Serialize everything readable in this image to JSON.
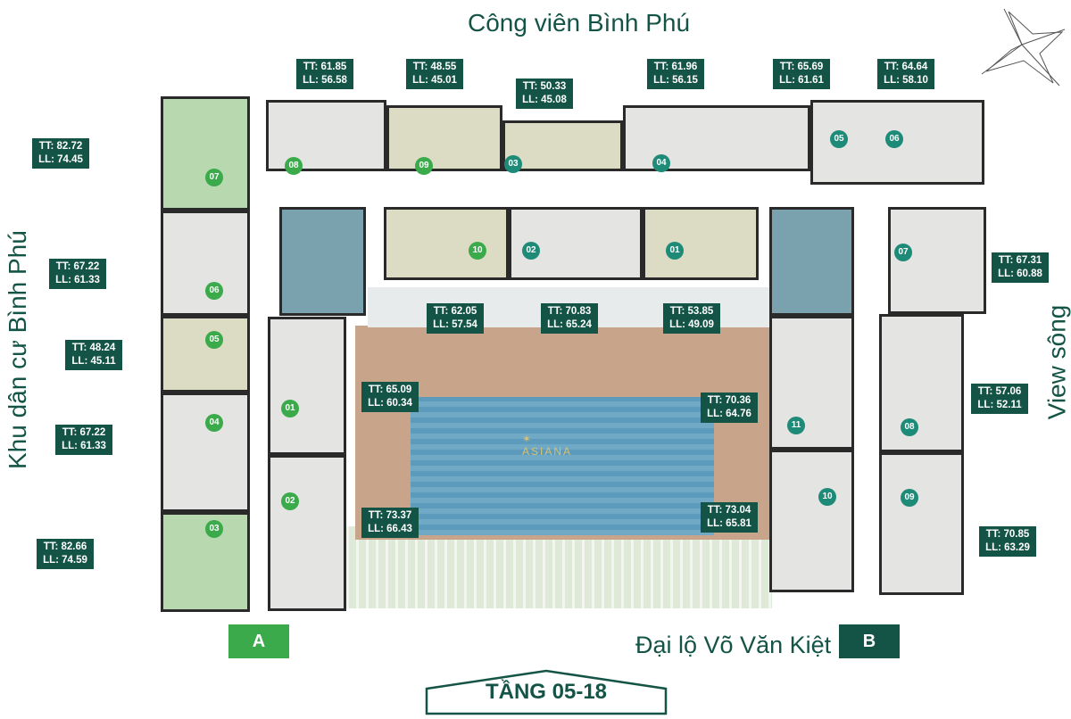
{
  "titles": {
    "top": "Công viên Bình Phú",
    "left": "Khu dân cư Bình Phú",
    "right": "View sông",
    "bottom": "Đại lộ Võ Văn Kiệt",
    "floor": "TẦNG 05-18"
  },
  "towers": {
    "a": "A",
    "b": "B"
  },
  "colors": {
    "label_bg": "#145446",
    "tower_a": "#3aaa4a",
    "tower_b": "#145446",
    "marker_a": "#3aaa4a",
    "marker_b": "#1e8a78"
  },
  "area_labels": [
    {
      "tt": "TT: 61.85",
      "ll": "LL: 56.58"
    },
    {
      "tt": "TT: 48.55",
      "ll": "LL: 45.01"
    },
    {
      "tt": "TT: 50.33",
      "ll": "LL: 45.08"
    },
    {
      "tt": "TT: 61.96",
      "ll": "LL: 56.15"
    },
    {
      "tt": "TT: 65.69",
      "ll": "LL: 61.61"
    },
    {
      "tt": "TT: 64.64",
      "ll": "LL: 58.10"
    },
    {
      "tt": "TT: 82.72",
      "ll": "LL: 74.45"
    },
    {
      "tt": "TT: 67.22",
      "ll": "LL: 61.33"
    },
    {
      "tt": "TT: 48.24",
      "ll": "LL: 45.11"
    },
    {
      "tt": "TT: 67.22",
      "ll": "LL: 61.33"
    },
    {
      "tt": "TT: 82.66",
      "ll": "LL: 74.59"
    },
    {
      "tt": "TT: 62.05",
      "ll": "LL: 57.54"
    },
    {
      "tt": "TT: 70.83",
      "ll": "LL: 65.24"
    },
    {
      "tt": "TT: 53.85",
      "ll": "LL: 49.09"
    },
    {
      "tt": "TT: 65.09",
      "ll": "LL: 60.34"
    },
    {
      "tt": "TT: 70.36",
      "ll": "LL: 64.76"
    },
    {
      "tt": "TT: 73.37",
      "ll": "LL: 66.43"
    },
    {
      "tt": "TT: 73.04",
      "ll": "LL: 65.81"
    },
    {
      "tt": "TT: 67.31",
      "ll": "LL: 60.88"
    },
    {
      "tt": "TT: 57.06",
      "ll": "LL: 52.11"
    },
    {
      "tt": "TT: 70.85",
      "ll": "LL: 63.29"
    }
  ],
  "units": [
    {
      "no": "08",
      "tower": "A"
    },
    {
      "no": "09",
      "tower": "A"
    },
    {
      "no": "07",
      "tower": "A"
    },
    {
      "no": "06",
      "tower": "A"
    },
    {
      "no": "05",
      "tower": "A"
    },
    {
      "no": "04",
      "tower": "A"
    },
    {
      "no": "03",
      "tower": "A"
    },
    {
      "no": "10",
      "tower": "A"
    },
    {
      "no": "01",
      "tower": "A"
    },
    {
      "no": "02",
      "tower": "A"
    },
    {
      "no": "03",
      "tower": "B"
    },
    {
      "no": "04",
      "tower": "B"
    },
    {
      "no": "05",
      "tower": "B"
    },
    {
      "no": "06",
      "tower": "B"
    },
    {
      "no": "02",
      "tower": "B"
    },
    {
      "no": "01",
      "tower": "B"
    },
    {
      "no": "07",
      "tower": "B"
    },
    {
      "no": "11",
      "tower": "B"
    },
    {
      "no": "08",
      "tower": "B"
    },
    {
      "no": "10",
      "tower": "B"
    },
    {
      "no": "09",
      "tower": "B"
    }
  ]
}
